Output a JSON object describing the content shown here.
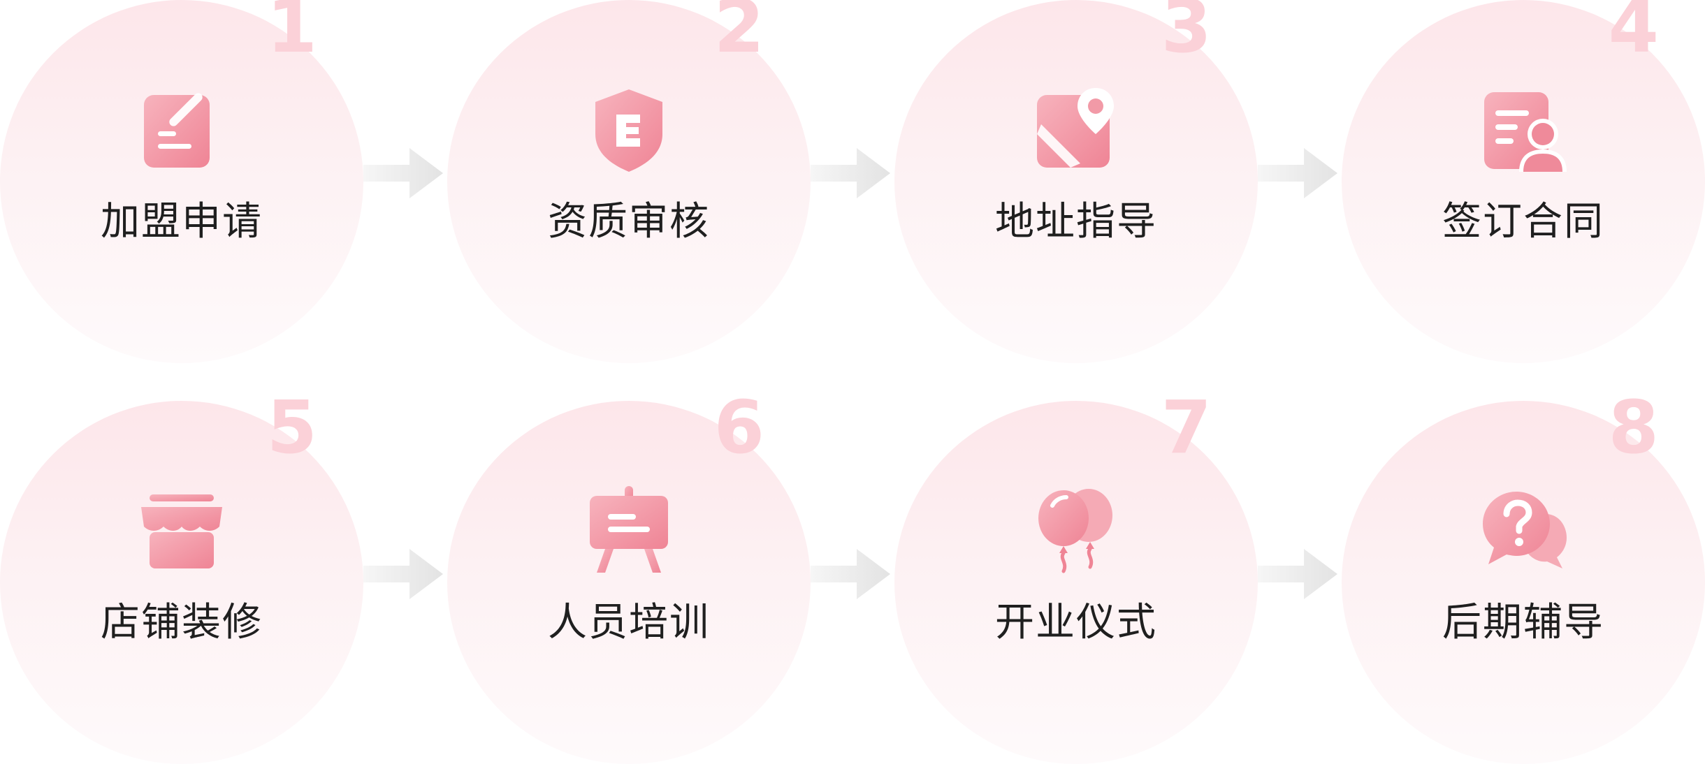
{
  "colors": {
    "accent": "#f28a98",
    "number": "#fbd1d8",
    "label": "#1f1f1f",
    "arrow": "#e9e9e9"
  },
  "steps": [
    {
      "number": "1",
      "label": "加盟申请",
      "icon": "application-form-icon"
    },
    {
      "number": "2",
      "label": "资质审核",
      "icon": "qualification-shield-icon"
    },
    {
      "number": "3",
      "label": "地址指导",
      "icon": "map-location-icon"
    },
    {
      "number": "4",
      "label": "签订合同",
      "icon": "contract-signing-icon"
    },
    {
      "number": "5",
      "label": "店铺装修",
      "icon": "storefront-icon"
    },
    {
      "number": "6",
      "label": "人员培训",
      "icon": "training-board-icon"
    },
    {
      "number": "7",
      "label": "开业仪式",
      "icon": "balloons-icon"
    },
    {
      "number": "8",
      "label": "后期辅导",
      "icon": "help-chat-icon"
    }
  ]
}
